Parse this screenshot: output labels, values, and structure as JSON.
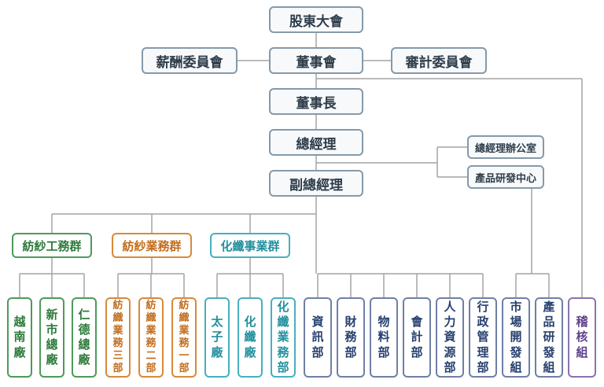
{
  "colors": {
    "line": "#a4a4a4",
    "slate": "#8699a8",
    "green": "#4e9a5b",
    "orange": "#d8893a",
    "teal": "#46b0bd",
    "navy": "#6f7fa6",
    "purple": "#8a72ad"
  },
  "top": {
    "shareholders": "股東大會",
    "board": "董事會",
    "compensation": "薪酬委員會",
    "audit_committee": "審計委員會",
    "chairman": "董事長",
    "gm": "總經理",
    "gm_office": "總經理辦公室",
    "rd_center": "產品研發中心",
    "vgm": "副總經理"
  },
  "groups": {
    "spinning": "紡紗工務群",
    "sales": "紡紗業務群",
    "chemfiber": "化纖事業群"
  },
  "units": {
    "yuenan": "越南廠",
    "xinshi": "新市總廠",
    "rende": "仁德總廠",
    "sales3": "紡織業務三部",
    "sales2": "紡織業務二部",
    "sales1": "紡織業務一部",
    "taizi": "太子廠",
    "huaxian": "化纖廠",
    "cfsales": "化纖業務部",
    "it": "資訊部",
    "finance": "財務部",
    "materials": "物料部",
    "accounting": "會計部",
    "hr": "人力資源部",
    "admin": "行政管理部",
    "marketing": "市場開發組",
    "rdgroup": "產品研發組",
    "audit": "稽核組"
  }
}
